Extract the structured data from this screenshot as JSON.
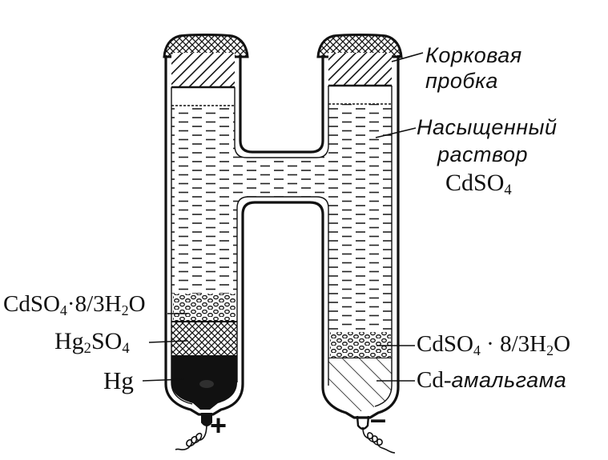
{
  "labels": {
    "cork_line1": "Корковая",
    "cork_line2": "пробка",
    "solution_line1": "Насыщенный",
    "solution_line2": "раствор",
    "solution_formula_main": "CdSO",
    "solution_formula_sub": "4",
    "left_crystals_main": "CdSO",
    "left_crystals_sub": "4",
    "left_crystals_hydrate": "·8/3H",
    "left_crystals_water_sub": "2",
    "left_crystals_o": "O",
    "hg2so4_hg": "Hg",
    "hg2so4_sub1": "2",
    "hg2so4_so": "SO",
    "hg2so4_sub2": "4",
    "hg": "Hg",
    "right_crystals_main": "CdSO",
    "right_crystals_sub": "4",
    "right_crystals_hydrate": " · 8/3H",
    "right_crystals_water_sub": "2",
    "right_crystals_o": "O",
    "cd_prefix": "Cd-",
    "cd_amalgam": "амальгама",
    "plus": "+",
    "minus": "–"
  },
  "colors": {
    "ink": "#111111",
    "paper": "#ffffff"
  }
}
